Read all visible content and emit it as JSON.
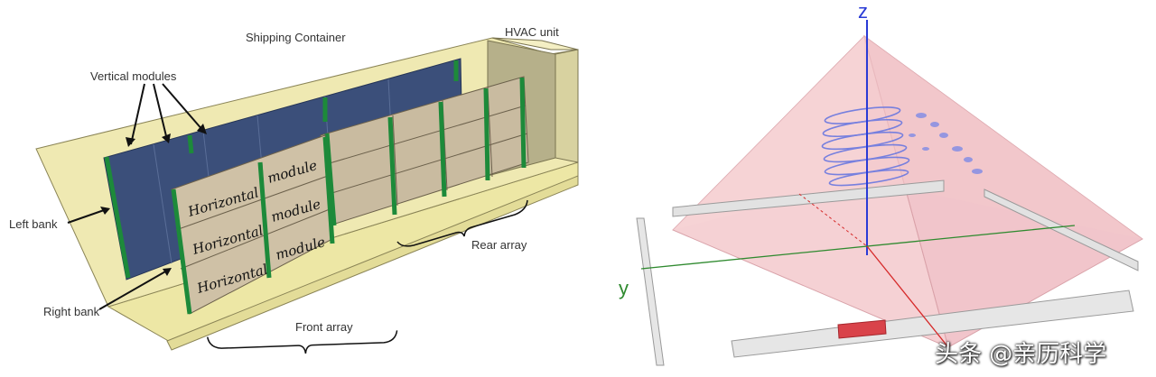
{
  "left_diagram": {
    "title": "Shipping Container",
    "labels": {
      "hvac_unit": "HVAC unit",
      "vertical_modules": "Vertical modules",
      "left_bank": "Left bank",
      "right_bank": "Right bank",
      "front_array": "Front array",
      "rear_array": "Rear array"
    },
    "module_labels": [
      "Horizontal",
      "module",
      "Horizontal",
      "module",
      "Horizontal",
      "module"
    ]
  },
  "right_diagram": {
    "axes": {
      "z": "z",
      "y": "y"
    },
    "colors": {
      "z": "#2a3bd6",
      "y": "#2f8a2f",
      "x": "#d62a2a",
      "pyramid": "#f2b8bf"
    }
  },
  "watermark": {
    "text": "头条 @亲历科学"
  }
}
